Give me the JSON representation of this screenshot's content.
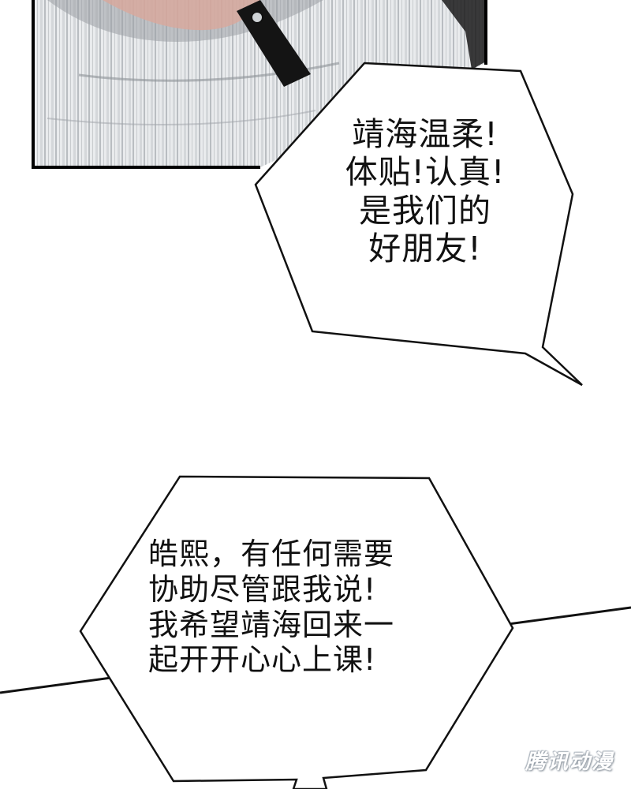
{
  "panel": {
    "description_icon": "comic-panel-shirt-closeup"
  },
  "bubble1": {
    "lines": [
      "靖海温柔!",
      "体贴!认真!",
      "是我们的",
      "好朋友!"
    ]
  },
  "bubble2": {
    "lines": [
      "皓熙，有任何需要",
      "协助尽管跟我说!",
      "我希望靖海回来一",
      "起开开心心上课!"
    ]
  },
  "watermark": {
    "text": "腾讯动漫"
  },
  "colors": {
    "ink": "#111111",
    "paper": "#ffffff",
    "shirt_gray": "#c9cdd1",
    "skin": "#d9a79b"
  }
}
